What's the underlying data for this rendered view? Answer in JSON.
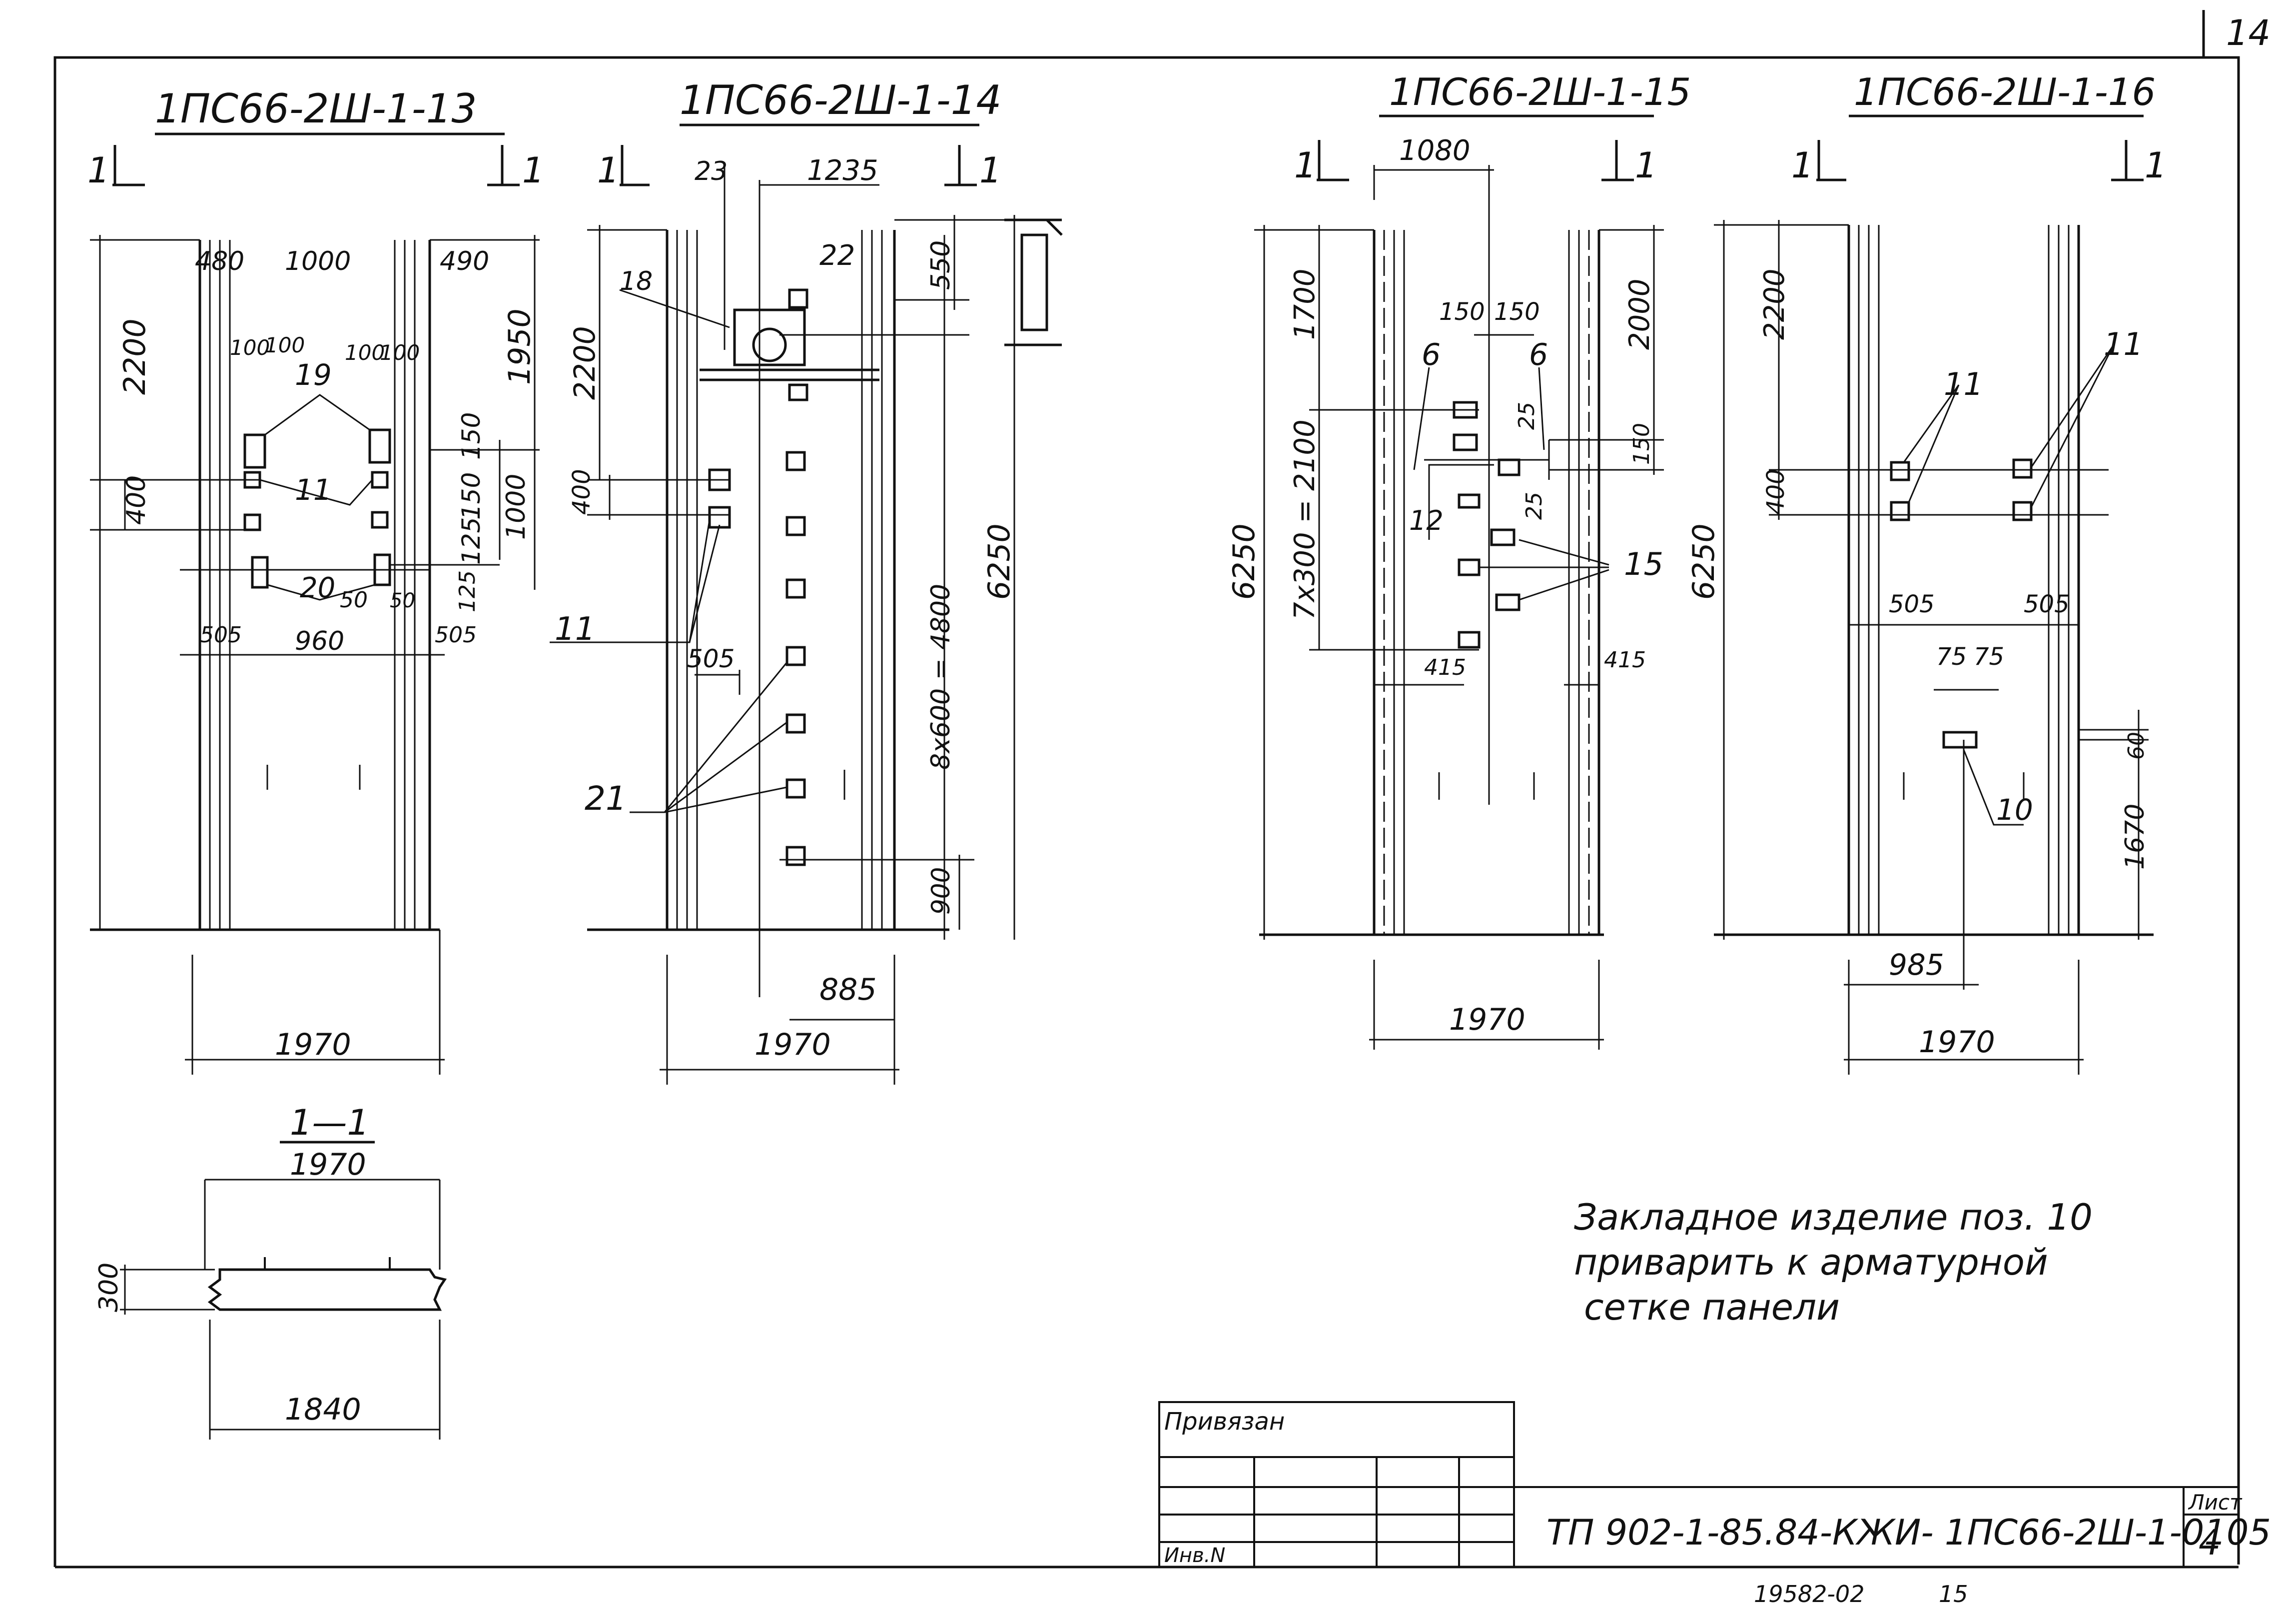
{
  "sheet": {
    "corner_number": "14",
    "panels": [
      {
        "title": "1ПС66-2Ш-1-13",
        "cut_left": "1",
        "cut_right": "1"
      },
      {
        "title": "1ПС66-2Ш-1-14",
        "cut_left": "1",
        "cut_right": "1"
      },
      {
        "title": "1ПС66-2Ш-1-15",
        "cut_left": "1",
        "cut_right": "1"
      },
      {
        "title": "1ПС66-2Ш-1-16",
        "cut_left": "1",
        "cut_right": "1"
      }
    ]
  },
  "p13": {
    "d480": "480",
    "d1000": "1000",
    "d490": "490",
    "d2200": "2200",
    "d1950": "1950",
    "d100a": "100",
    "d100b": "100",
    "d100c": "100",
    "d100d": "100",
    "d400": "400",
    "d150a": "150",
    "d150b": "150",
    "d1000v": "1000",
    "d125a": "125",
    "d50": "50",
    "d50b": "50",
    "d125b": "125",
    "d505a": "505",
    "d960": "960",
    "d505b": "505",
    "l19": "19",
    "l11": "11",
    "l20": "20",
    "w1970": "1970"
  },
  "section": {
    "title": "1—1",
    "d1970": "1970",
    "d300": "300",
    "d1840": "1840"
  },
  "p14": {
    "d23": "23",
    "d1235": "1235",
    "d22": "22",
    "d18": "18",
    "d550": "550",
    "d2200": "2200",
    "d400": "400",
    "l11": "11",
    "d505": "505",
    "d9x600": "8х600 = 4800",
    "d6250": "6250",
    "l21": "21",
    "d900": "900",
    "d885": "885",
    "w1970": "1970"
  },
  "p15": {
    "d1080": "1080",
    "d1700": "1700",
    "d2000": "2000",
    "d150a": "150",
    "d150b": "150",
    "l6a": "6",
    "l6b": "6",
    "d25a": "25",
    "d150c": "150",
    "d25b": "25",
    "d7x300": "7х300 = 2100",
    "d6250": "6250",
    "l12": "12",
    "l15": "15",
    "d415a": "415",
    "d415b": "415",
    "w1970": "1970"
  },
  "p16": {
    "d2200": "2200",
    "d400": "400",
    "l11a": "11",
    "l11b": "11",
    "d6250": "6250",
    "d505a": "505",
    "d505b": "505",
    "d75a": "75",
    "d75b": "75",
    "d60": "60",
    "l10": "10",
    "d1670": "1670",
    "d985": "985",
    "w1970": "1970"
  },
  "note": {
    "line1": "Закладное изделие поз. 10",
    "line2": "приварить к арматурной",
    "line3": "сетке панели"
  },
  "stamp": {
    "privyazan": "Привязан",
    "inv": "Инв.N",
    "code": "ТП 902-1-85.84-КЖИ- 1ПС66-2Ш-1-0105",
    "sheet_label": "Лист",
    "sheet_no": "4",
    "bottom_code": "19582-02",
    "bottom_page": "15"
  }
}
